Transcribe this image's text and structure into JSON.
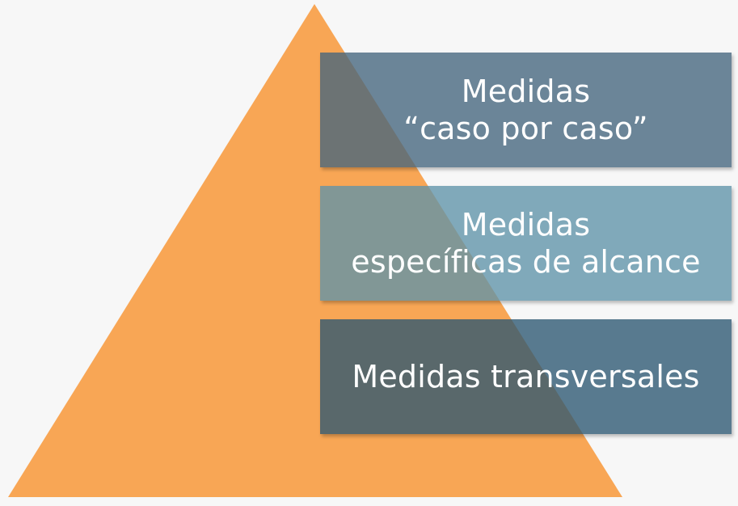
{
  "colors": {
    "background": "#f7f7f7",
    "pyramid": "#f8a655",
    "box_top": "#6b8598",
    "box_middle": "#80a9ba",
    "box_bottom": "#587a8f"
  },
  "levels": [
    {
      "line1": "Medidas",
      "line2": "“caso por caso”"
    },
    {
      "line1": "Medidas",
      "line2": "específicas de alcance"
    },
    {
      "line1": "Medidas transversales"
    }
  ]
}
